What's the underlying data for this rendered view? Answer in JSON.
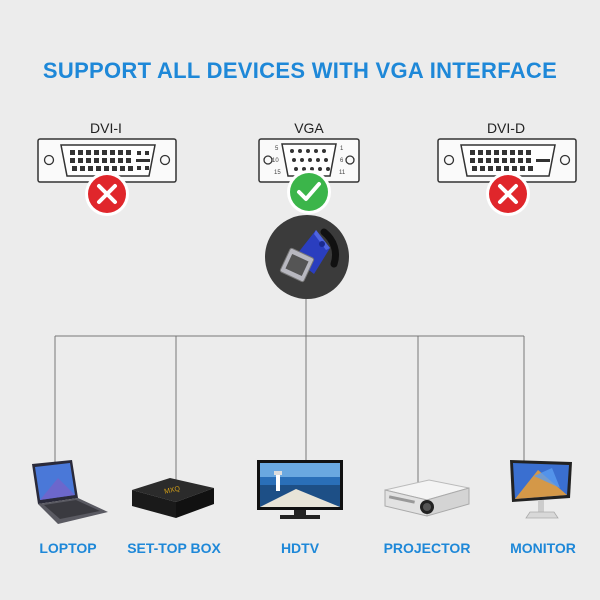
{
  "title": "SUPPORT ALL DEVICES WITH VGA INTERFACE",
  "colors": {
    "accent": "#1e88d8",
    "ok": "#3bb54a",
    "bad": "#e0262b"
  },
  "ports": [
    {
      "label": "DVI-I",
      "status": "unsupported",
      "icon": "x-mark-icon"
    },
    {
      "label": "VGA",
      "status": "supported",
      "icon": "check-mark-icon",
      "pins": [
        "5",
        "1",
        "10",
        "6",
        "15",
        "11"
      ]
    },
    {
      "label": "DVI-D",
      "status": "unsupported",
      "icon": "x-mark-icon"
    }
  ],
  "hub": {
    "icon": "vga-cable-connector-icon"
  },
  "devices": [
    {
      "label": "LOPTOP",
      "icon": "laptop-icon"
    },
    {
      "label": "SET-TOP BOX",
      "icon": "set-top-box-icon"
    },
    {
      "label": "HDTV",
      "icon": "hdtv-icon"
    },
    {
      "label": "PROJECTOR",
      "icon": "projector-icon"
    },
    {
      "label": "MONITOR",
      "icon": "monitor-icon"
    }
  ]
}
